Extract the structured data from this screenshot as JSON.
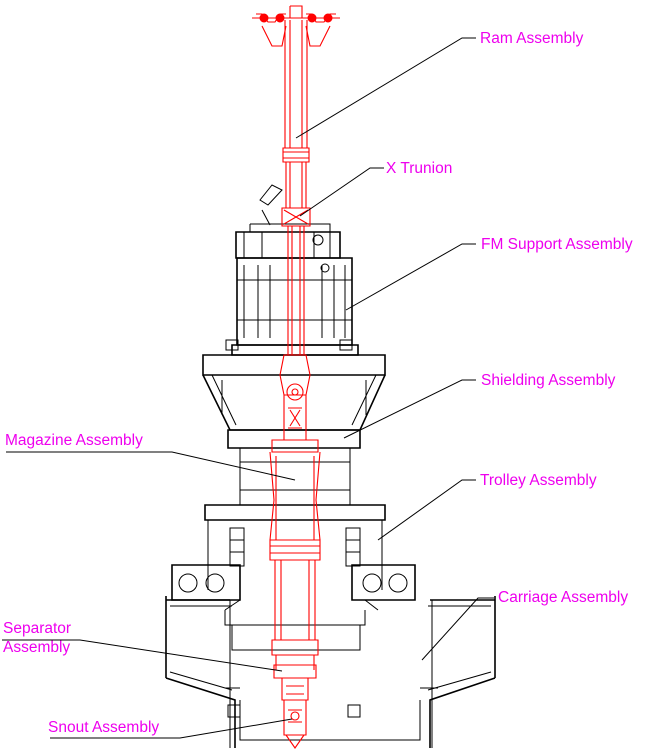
{
  "labels": {
    "ram": "Ram Assembly",
    "x_trunion": "X Trunion",
    "fm_support": "FM Support Assembly",
    "shielding": "Shielding Assembly",
    "magazine": "Magazine Assembly",
    "trolley": "Trolley Assembly",
    "carriage": "Carriage Assembly",
    "separator_line1": "Separator",
    "separator_line2": "Assembly",
    "snout": "Snout Assembly"
  },
  "colors": {
    "label": "#ee00ee",
    "ram_and_magazine": "#ff0000",
    "structure": "#000000"
  }
}
